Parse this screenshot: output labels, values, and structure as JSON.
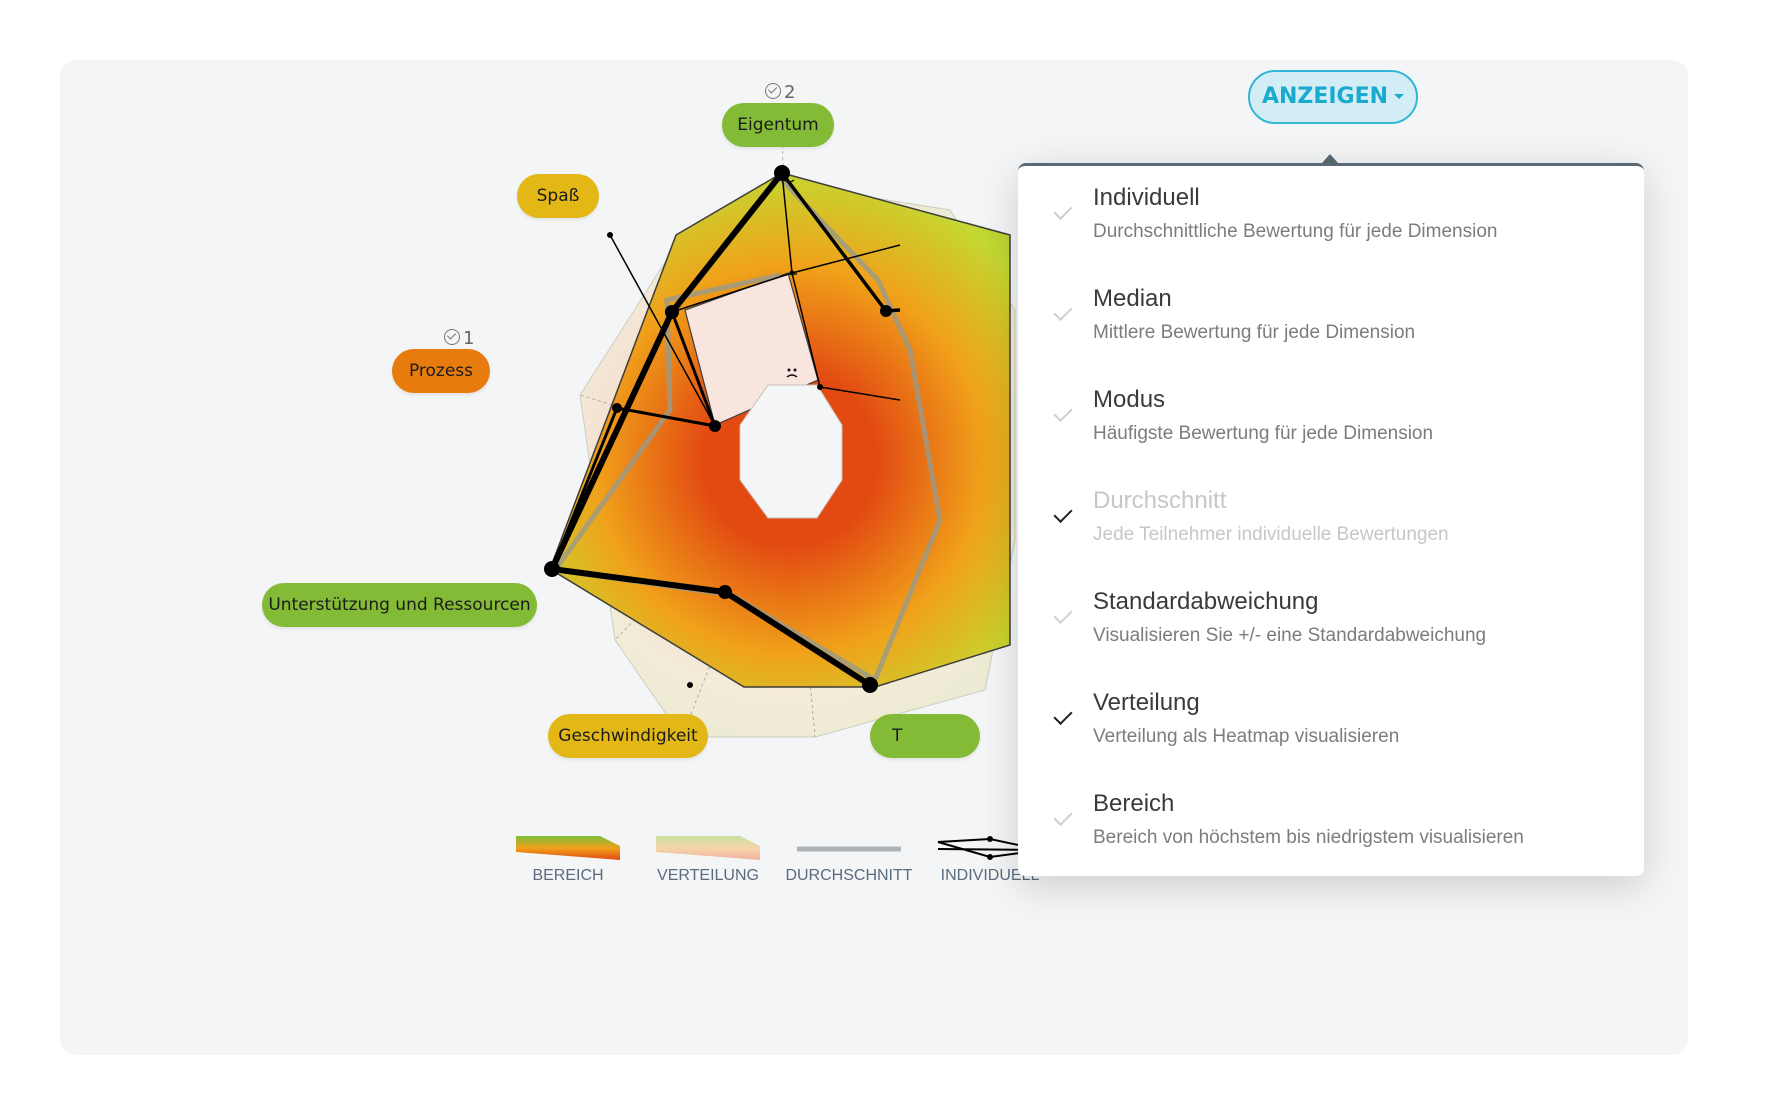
{
  "toolbar": {
    "show_label": "ANZEIGEN"
  },
  "dimensions": [
    {
      "label": "Eigentum",
      "color": "green",
      "votes": "2"
    },
    {
      "label": "Spaß",
      "color": "yellow",
      "votes": ""
    },
    {
      "label": "Prozess",
      "color": "orange",
      "votes": "1"
    },
    {
      "label": "Unterstützung und Ressourcen",
      "color": "green",
      "votes": ""
    },
    {
      "label": "Geschwindigkeit",
      "color": "yellow",
      "votes": ""
    },
    {
      "label": "T",
      "color": "green",
      "votes": ""
    }
  ],
  "menu": {
    "items": [
      {
        "title": "Individuell",
        "desc": "Durchschnittliche Bewertung für jede Dimension",
        "checked": false,
        "dim": false
      },
      {
        "title": "Median",
        "desc": "Mittlere Bewertung für jede Dimension",
        "checked": false,
        "dim": false
      },
      {
        "title": "Modus",
        "desc": "Häufigste Bewertung für jede Dimension",
        "checked": false,
        "dim": false
      },
      {
        "title": "Durchschnitt",
        "desc": "Jede Teilnehmer individuelle Bewertungen",
        "checked": true,
        "dim": true
      },
      {
        "title": "Standardabweichung",
        "desc": "Visualisieren Sie +/- eine Standardabweichung",
        "checked": false,
        "dim": false
      },
      {
        "title": "Verteilung",
        "desc": "Verteilung als Heatmap visualisieren",
        "checked": true,
        "dim": false
      },
      {
        "title": "Bereich",
        "desc": "Bereich von höchstem bis niedrigstem visualisieren",
        "checked": false,
        "dim": false
      }
    ]
  },
  "legend": [
    {
      "label": "BEREICH"
    },
    {
      "label": "VERTEILUNG"
    },
    {
      "label": "DURCHSCHNITT"
    },
    {
      "label": "INDIVIDUELL"
    }
  ],
  "colors": {
    "green": "#84bb36",
    "yellow": "#e2b716",
    "orange": "#e87b0e",
    "accent": "#1aa9cf"
  }
}
